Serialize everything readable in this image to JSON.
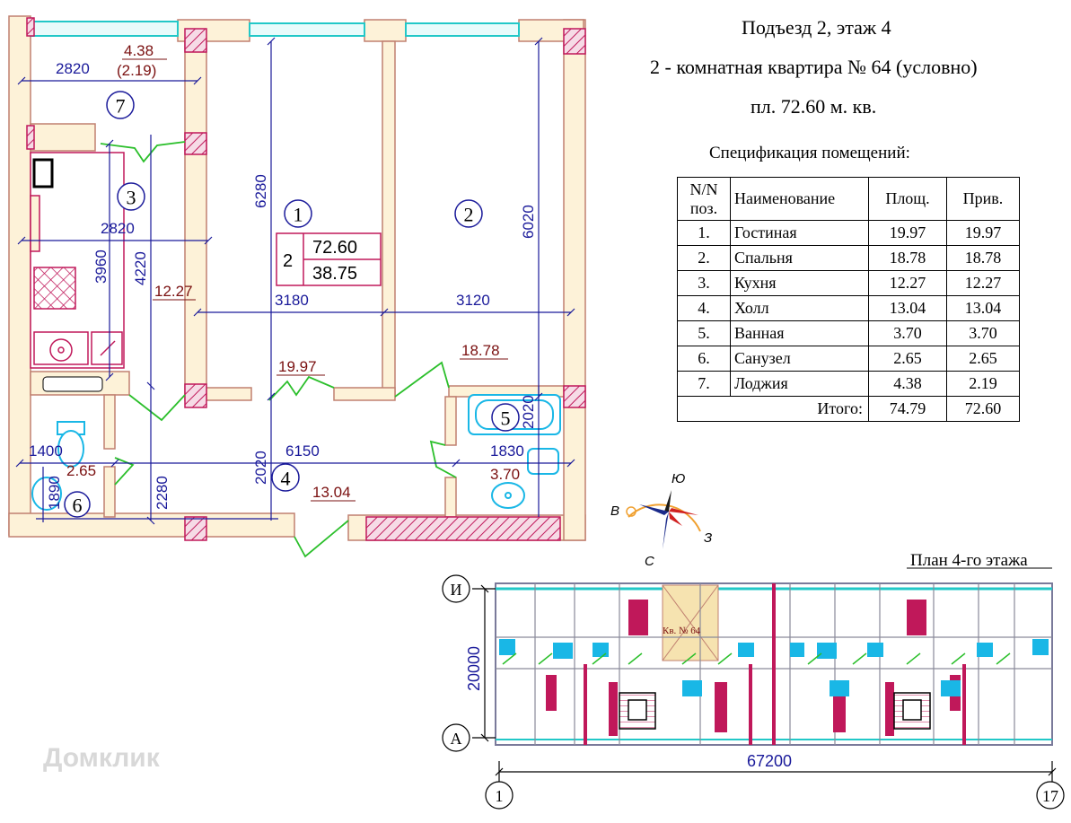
{
  "header": {
    "entrance": "Подъезд 2,  этаж 4",
    "apartment": "2 - комнатная квартира  № 64 (условно)",
    "area": "пл. 72.60 м. кв."
  },
  "spec": {
    "title": "Спецификация помещений:",
    "columns": [
      "N/N поз.",
      "Наименование",
      "Площ.",
      "Прив."
    ],
    "rows": [
      {
        "num": "1.",
        "name": "Гостиная",
        "area": "19.97",
        "reduced": "19.97"
      },
      {
        "num": "2.",
        "name": "Спальня",
        "area": "18.78",
        "reduced": "18.78"
      },
      {
        "num": "3.",
        "name": "Кухня",
        "area": "12.27",
        "reduced": "12.27"
      },
      {
        "num": "4.",
        "name": "Холл",
        "area": "13.04",
        "reduced": "13.04"
      },
      {
        "num": "5.",
        "name": "Ванная",
        "area": "3.70",
        "reduced": "3.70"
      },
      {
        "num": "6.",
        "name": "Санузел",
        "area": "2.65",
        "reduced": "2.65"
      },
      {
        "num": "7.",
        "name": "Лоджия",
        "area": "4.38",
        "reduced": "2.19"
      }
    ],
    "total_label": "Итого:",
    "total_area": "74.79",
    "total_reduced": "72.60"
  },
  "plan": {
    "room_numbers": [
      "1",
      "2",
      "3",
      "4",
      "5",
      "6",
      "7"
    ],
    "room_areas": {
      "r1": "19.97",
      "r2": "18.78",
      "r3": "12.27",
      "r4": "13.04",
      "r5": "3.70",
      "r6": "2.65"
    },
    "loggia_area": "4.38",
    "loggia_reduced": "(2.19)",
    "label_box": {
      "rooms": "2",
      "total": "72.60",
      "living": "38.75"
    },
    "dims": {
      "d_loggia_w": "2820",
      "d_kitchen_w": "2820",
      "d_3960": "3960",
      "d_4220": "4220",
      "d_6280": "6280",
      "d_6020": "6020",
      "d_3180": "3180",
      "d_3120": "3120",
      "d_1400": "1400",
      "d_6150": "6150",
      "d_1830": "1830",
      "d_2020_bath": "2020",
      "d_2020_hall": "2020",
      "d_1890": "1890",
      "d_2280": "2280"
    }
  },
  "compass": {
    "south": "Ю",
    "east": "В",
    "west": "З",
    "north": "С"
  },
  "floor_plan": {
    "title": "План 4-го этажа",
    "apt_label": "Кв. № 64",
    "axis_top": "И",
    "axis_bottom": "А",
    "axis_left": "1",
    "axis_right": "17",
    "width_dim": "67200",
    "height_dim": "20000"
  },
  "watermark": "Домклик",
  "colors": {
    "wall_fill": "#fdf2d8",
    "wall_stroke": "#c08070",
    "column": "#c0185a",
    "dims": "#1a1a9a",
    "area_text": "#7a1010",
    "door": "#2bbf2b",
    "plumbing": "#19b7e6",
    "window": "#22c8c8"
  }
}
